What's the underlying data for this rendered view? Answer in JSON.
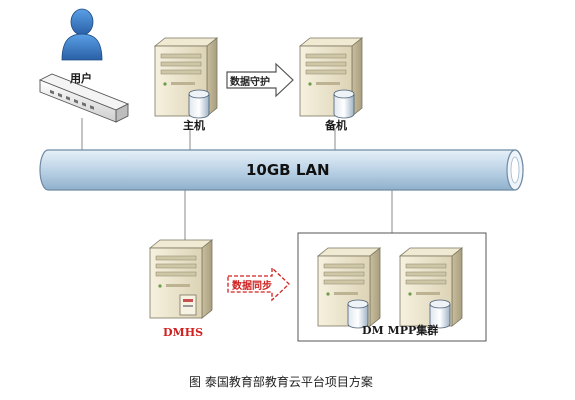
{
  "nodes": {
    "user": "用户",
    "main_host": "主机",
    "backup_host": "备机",
    "dmhs": "DMHS",
    "mpp_cluster": "DM MPP集群"
  },
  "network": {
    "lan_label": "10GB LAN"
  },
  "arrows": {
    "data_guard": "数据守护",
    "data_sync": "数据同步"
  },
  "caption": "图  泰国教育部教育云平台项目方案",
  "colors": {
    "lan_pipe": "#c8dcec",
    "lan_edge": "#6f8aa3",
    "server_body": "#ede6cf",
    "user_person": "#3a79c6",
    "data_sync_accent": "#d02020"
  }
}
